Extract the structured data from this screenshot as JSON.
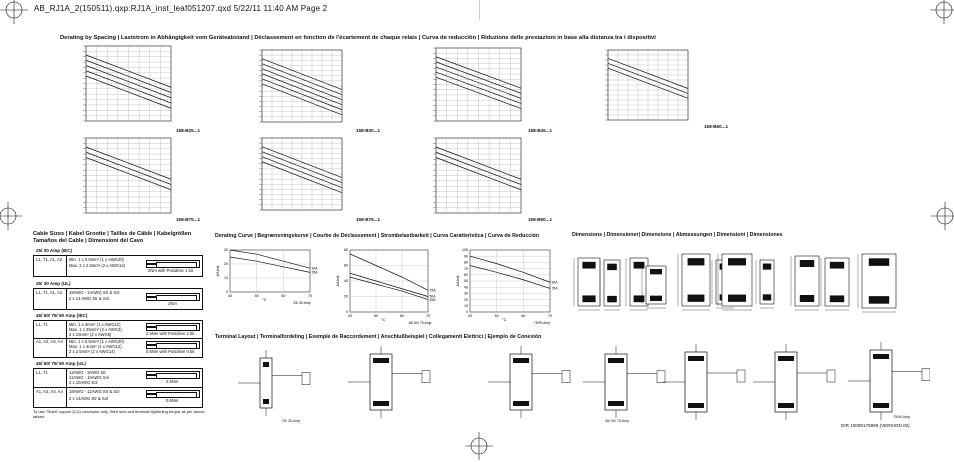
{
  "header": {
    "file_info": "AB_RJ1A_2(150511).qxp:RJ1A_inst_leaf051207.qxd   5/22/11   11:40 AM   Page 2"
  },
  "derating_spacing": {
    "title": "Derating by Spacing | Laststrom in Abhängigkeit vom Geräteabstand | Déclassement en fonction de l'écartement de chaque relais | Curva de reducción | Riduzione delle prestazioni in base alla distanza tra i dispositivi"
  },
  "cable_sizes": {
    "title": "Cable Sizes | Kabel Grootte | Tailles de Câble | Kabelgrößen Tamaños del Cable | Dimensioni del Cavo",
    "groups": [
      {
        "heading": "25/ 30 Amp (IEC)",
        "rows": [
          {
            "term": "L1, T1, A1, A2",
            "spec": [
              "Min. 1 x 0.5mm² (1 x AWG20)",
              "Max. 2 x 2.5mm² (2 x AWG14)"
            ],
            "torque": [
              "2Nm with Posidrive 1 bit"
            ]
          }
        ]
      },
      {
        "heading": "25/ 30 Amp (UL)",
        "rows": [
          {
            "term": "L1, T1, A1, A2",
            "spec": [
              "18AWG - 14AWG Str & Sol",
              "2 x 14 AWG Str & Sol"
            ],
            "torque": [
              "2Nm"
            ]
          }
        ]
      },
      {
        "heading": "45/ 50/ 75/ 90 Amp (IEC)",
        "rows": [
          {
            "term": "L1, T1",
            "spec": [
              "Min. 1 x 4mm² (1 x AWG12)",
              "Max. 1 x 25mm² (2 x AWG3)",
              "2 x 10mm² (2 x AWG6)"
            ],
            "torque": [
              "2.5Nm with Posidrive 2 bit"
            ]
          },
          {
            "term": "A1, A2, A3, A4",
            "spec": [
              "Min. 1 x 0.5mm² (1 x AWG20)",
              "Max. 1 x 4mm² (1 x AWG12)",
              "2 x 2.5mm² (2 x AWG14)"
            ],
            "torque": [
              "0.6Nm with Posidrive 0 bit"
            ]
          }
        ]
      },
      {
        "heading": "45/ 50/ 75/ 90 Amp (UL)",
        "rows": [
          {
            "term": "L1, T1",
            "spec": [
              "12AWG - 3AWG Str",
              "12AWG - 10AWG Sol",
              "2 x 10AWG Sol"
            ],
            "torque": [
              "2.5Nm"
            ]
          },
          {
            "term": "A1, A2, A3, A4",
            "spec": [
              "18AWG - 12AWG Str & Sol",
              "2 x 14AWG Str & Sol"
            ],
            "torque": [
              "0.6Nm"
            ]
          }
        ]
      }
    ],
    "note": "To use 75deG copper (CU) conductor only. Wire size and terminal tightening torque as per above tabled."
  },
  "derating_curve": {
    "title": "Derating Curve | Begrænsningskurve | Courbe de Déclassement | Strombelastbarkeit | Curva Caratteristica | Curva de Reducción"
  },
  "dimensions": {
    "title": "Dimensions | Dimensioner| Dimensions | Abmessungen | Dimensioni | Dimensiones"
  },
  "terminal_layout": {
    "title": "Terminal Layout | Terminalfordeling | Exemple de Raccordement | Anschlußbeispiel | Collegamenti Elettrici | Ejemplo de Conexión",
    "labels": [
      "25/ 30 Amp",
      "45/ 50/ 75 Amp",
      "75/90 Amp"
    ]
  },
  "doc_id": "DIR 10000175999 (VERSION 00)",
  "spacing_chart_labels": [
    "158-B25...1",
    "158-B30...1",
    "158-B45...1",
    "158-B50...1",
    "158-B75...1",
    "158-B90...1"
  ],
  "curve_axes": {
    "y_label": "A/Unit",
    "x_label": "°C"
  },
  "chart_data": [
    {
      "type": "line",
      "title": "",
      "xlabel": "°C",
      "ylabel": "A/Unit",
      "x": [
        40,
        50,
        60,
        70
      ],
      "xlim": [
        40,
        70
      ],
      "ylim": [
        0,
        30
      ],
      "yticks": [
        0,
        10,
        20,
        30
      ],
      "caption": "25/ 30 Amp",
      "series": [
        {
          "name": "30A",
          "values": [
            30,
            27,
            22,
            17
          ]
        },
        {
          "name": "25A",
          "values": [
            25,
            22,
            18,
            14
          ]
        }
      ]
    },
    {
      "type": "line",
      "title": "",
      "xlabel": "°C",
      "ylabel": "A/Unit",
      "x": [
        40,
        50,
        60,
        70
      ],
      "xlim": [
        40,
        70
      ],
      "ylim": [
        0,
        80
      ],
      "yticks": [
        0,
        20,
        40,
        60,
        80
      ],
      "caption": "45/ 50/ 75 Amp",
      "series": [
        {
          "name": "75A",
          "values": [
            75,
            60,
            45,
            28
          ]
        },
        {
          "name": "50A",
          "values": [
            50,
            40,
            30,
            20
          ]
        },
        {
          "name": "45A",
          "values": [
            45,
            36,
            27,
            16
          ]
        }
      ]
    },
    {
      "type": "line",
      "title": "",
      "xlabel": "°C",
      "ylabel": "A/Unit",
      "x": [
        40,
        50,
        60,
        70
      ],
      "xlim": [
        40,
        70
      ],
      "ylim": [
        0,
        100
      ],
      "yticks": [
        0,
        10,
        20,
        30,
        40,
        50,
        60,
        70,
        80,
        90,
        100
      ],
      "caption": "75/90 Amp",
      "series": [
        {
          "name": "90A",
          "values": [
            90,
            78,
            64,
            48
          ]
        },
        {
          "name": "75A",
          "values": [
            75,
            64,
            52,
            38
          ]
        }
      ]
    }
  ]
}
